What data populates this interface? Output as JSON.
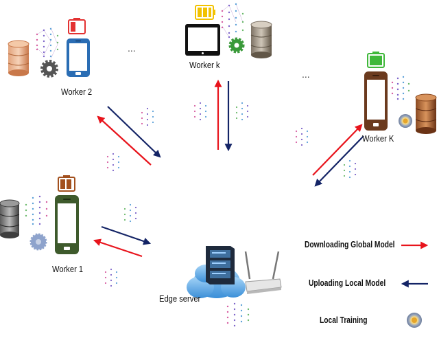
{
  "workers": {
    "w2": "Worker 2",
    "wk": "Worker k",
    "wK": "Worker K",
    "w1": "Worker 1"
  },
  "edge_server": "Edge server",
  "ellipses": [
    "...",
    "..."
  ],
  "legend": {
    "download": "Downloading Global Model",
    "upload": "Uploading Local Model",
    "local": "Local Training"
  },
  "colors": {
    "download_arrow": "#e8141c",
    "upload_arrow": "#142466",
    "phone_blue": "#2a6db4",
    "phone_green": "#3e5a2c",
    "phone_brown": "#6b3a1e",
    "battery_red": "#e33131",
    "battery_yellow": "#f2c200",
    "battery_green": "#3fb83a",
    "battery_brown": "#a2501e",
    "cloud": "#5aa8e8"
  },
  "icons": [
    "database-icon",
    "gear-icon",
    "phone-icon",
    "tablet-icon",
    "battery-icon",
    "neural-network-icon",
    "server-icon",
    "router-icon",
    "cloud-icon",
    "training-icon"
  ]
}
